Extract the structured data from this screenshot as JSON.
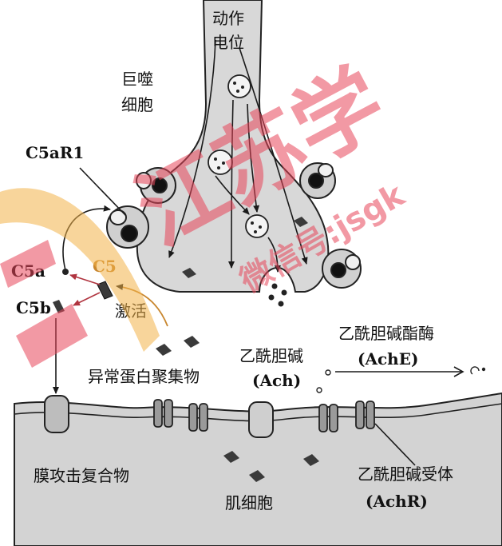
{
  "labels": {
    "action_potential_1": "动作",
    "action_potential_2": "电位",
    "macrophage_1": "巨噬",
    "macrophage_2": "细胞",
    "c5ar1": "C5aR1",
    "c5a": "C5a",
    "c5": "C5",
    "c5b": "C5b",
    "activation": "激活",
    "abnormal_aggregates": "异常蛋白聚集物",
    "ach_name": "乙酰胆碱",
    "ach_abbr": "(Ach)",
    "ache_name": "乙酰胆碱酯酶",
    "ache_abbr": "(AchE)",
    "mac": "膜攻击复合物",
    "muscle_cell": "肌细胞",
    "achr_name": "乙酰胆碱受体",
    "achr_abbr": "(AchR)"
  },
  "watermark": {
    "large_text": "江苏学",
    "small_text": "微信号:jsgk",
    "color": "#e8455a",
    "accent": "#f2b24a"
  },
  "colors": {
    "cell_fill": "#d6d6d6",
    "outline": "#2a2a2a",
    "dark": "#1a1a1a"
  }
}
